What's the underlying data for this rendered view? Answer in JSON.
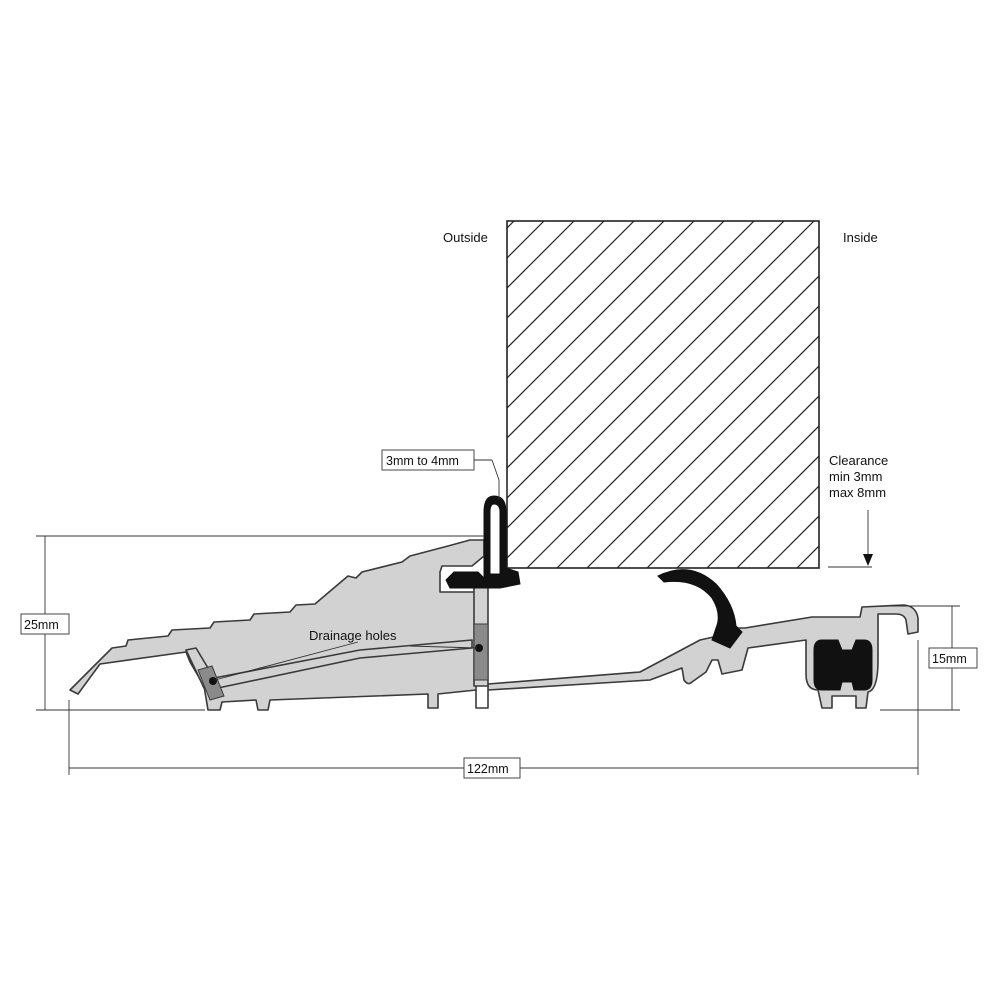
{
  "labels": {
    "outside": "Outside",
    "inside": "Inside",
    "gap": "3mm to 4mm",
    "clearance_line1": "Clearance",
    "clearance_line2": "min 3mm",
    "clearance_line3": "max 8mm",
    "drainage": "Drainage holes"
  },
  "dimensions": {
    "height_left": "25mm",
    "height_right": "15mm",
    "width": "122mm"
  },
  "colors": {
    "profile_fill": "#d2d2d2",
    "profile_stroke": "#3a3a3a",
    "seal": "#111111",
    "hatch": "#222222",
    "drain_plug": "#8a8a8a"
  }
}
